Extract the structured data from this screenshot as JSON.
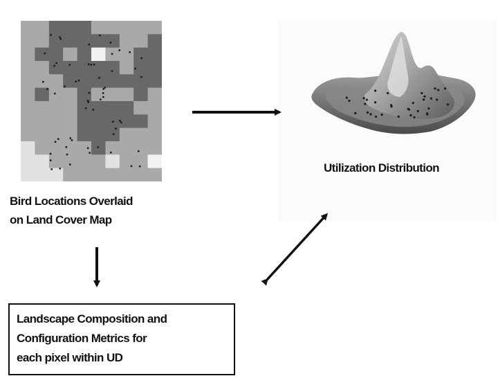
{
  "labels": {
    "map_caption": "Bird Locations Overlaid\non Land Cover Map",
    "ud_caption": "Utilization Distribution",
    "metrics_box": "Landscape Composition and\nConfiguration Metrics for\neach pixel within UD"
  },
  "map": {
    "rows": 12,
    "cols": 10,
    "classes": {
      "0": "#e2e2e2",
      "1": "#a9a9a9",
      "2": "#686868",
      "3": "#f2f2f2",
      "4": "#8c8c8c"
    },
    "grid": [
      "1122211111",
      "1122222112",
      "1221231122",
      "1122222122",
      "1112222222",
      "1211211121",
      "1111222211",
      "1111222221",
      "1111222111",
      "0111121111",
      "0011110113",
      "0001111111"
    ]
  },
  "colors": {
    "arrow": "#111111",
    "surface_dark": "#555555",
    "surface_light": "#c8c8c8",
    "points": "#1a1a1a"
  }
}
